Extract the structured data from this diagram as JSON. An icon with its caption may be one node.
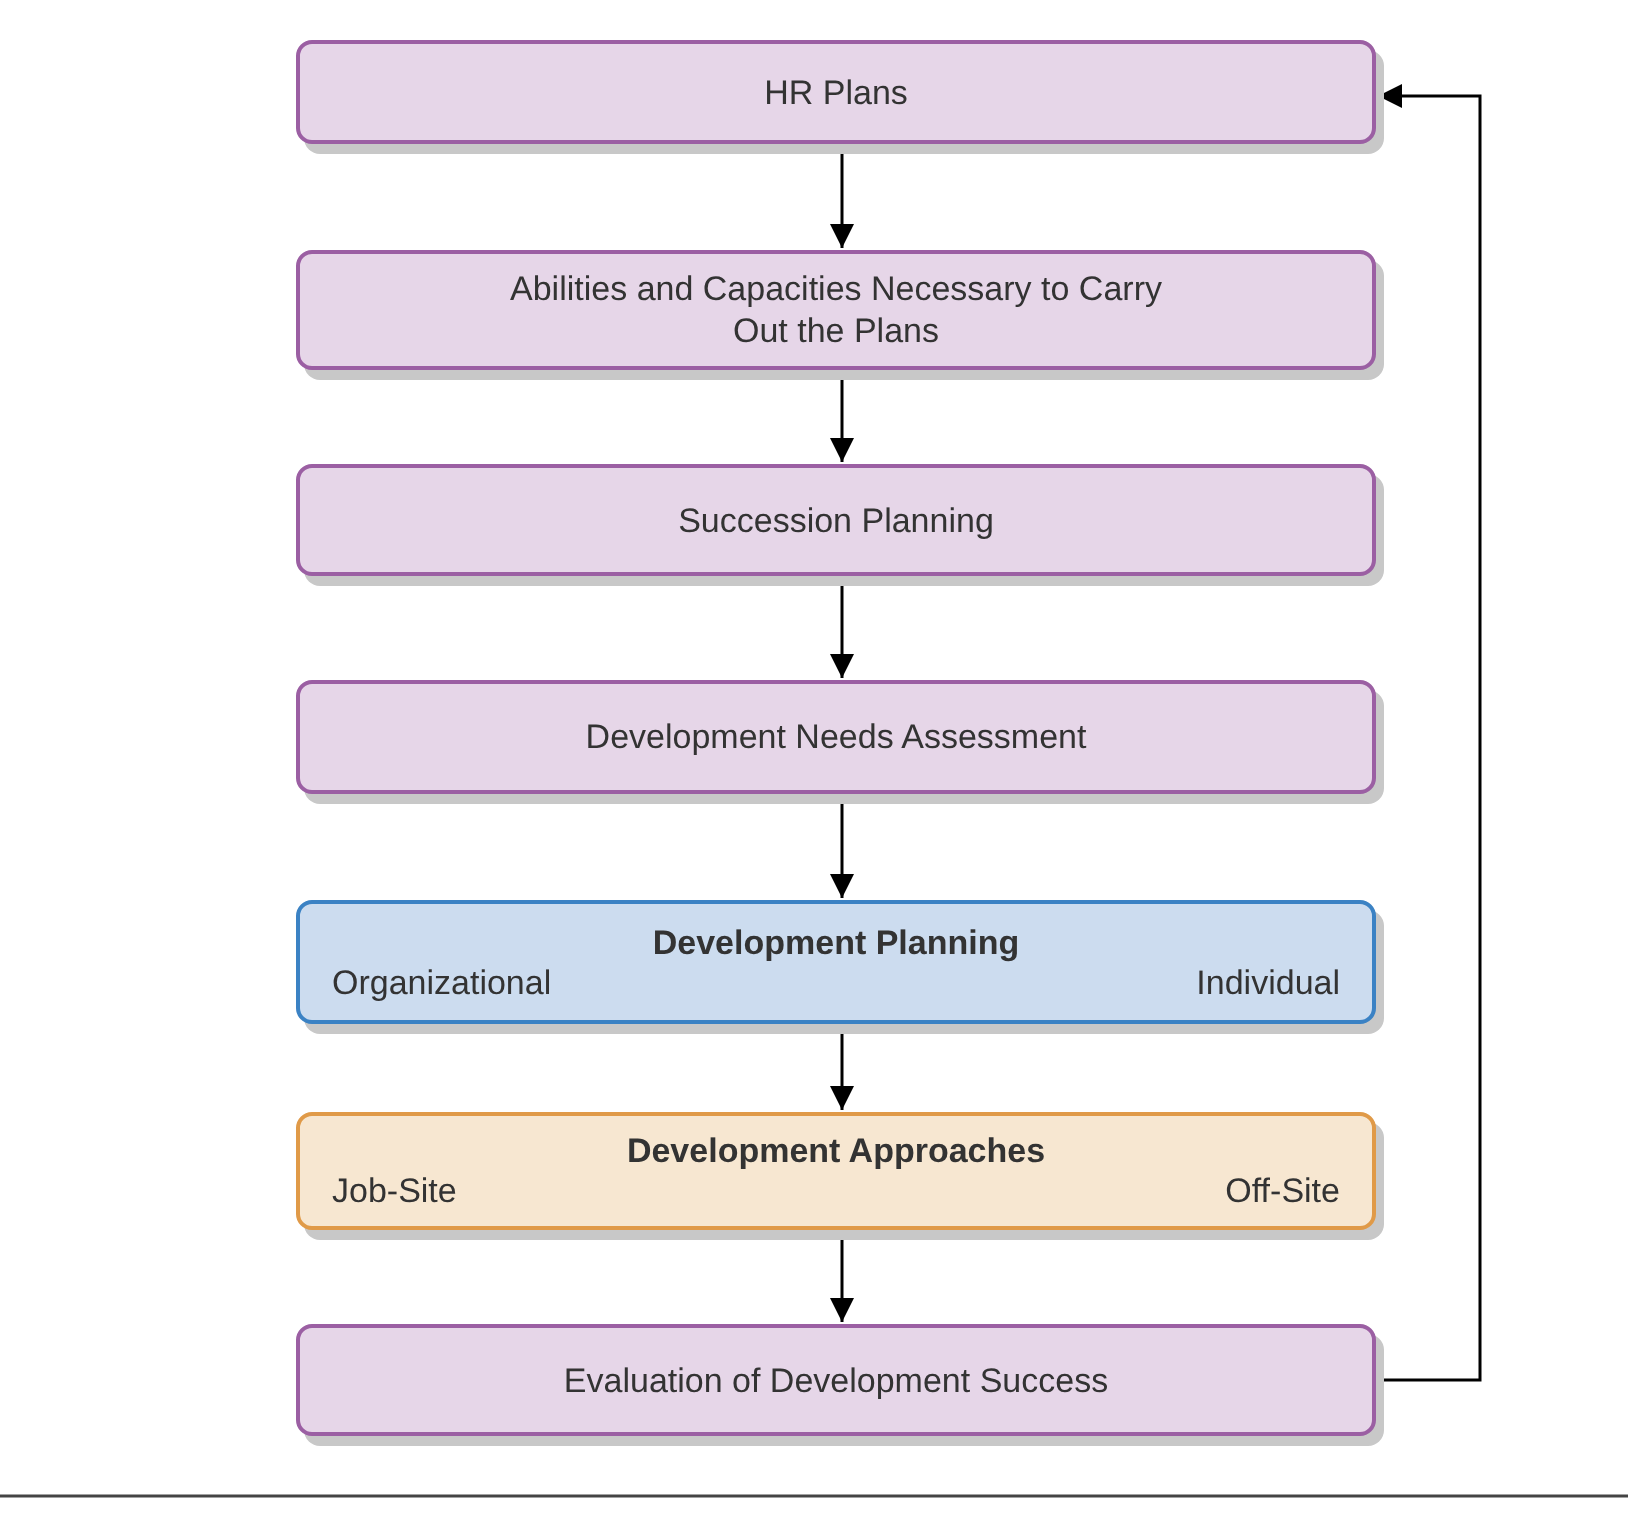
{
  "diagram": {
    "nodes": [
      {
        "text": [
          "HR Plans"
        ]
      },
      {
        "text": [
          "Abilities and Capacities Necessary to Carry Out the Plans"
        ]
      },
      {
        "text": [
          "Succession Planning"
        ]
      },
      {
        "text": [
          "Development Needs Assessment"
        ]
      },
      {
        "text": [
          "Development Planning",
          "Organizational",
          "Individual"
        ]
      },
      {
        "text": [
          "Development Approaches",
          "Job-Site",
          "Off-Site"
        ]
      },
      {
        "text": [
          "Evaluation of Development Success"
        ]
      }
    ],
    "edges": [
      {
        "from": 0,
        "to": 1,
        "arrow": "to"
      },
      {
        "from": 1,
        "to": 2,
        "arrow": "to"
      },
      {
        "from": 2,
        "to": 3,
        "arrow": "to"
      },
      {
        "from": 3,
        "to": 4,
        "arrow": "to"
      },
      {
        "from": 4,
        "to": 5,
        "arrow": "to"
      },
      {
        "from": 5,
        "to": 6,
        "arrow": "to"
      },
      {
        "from": 6,
        "to": 0,
        "arrow": "to"
      }
    ]
  }
}
